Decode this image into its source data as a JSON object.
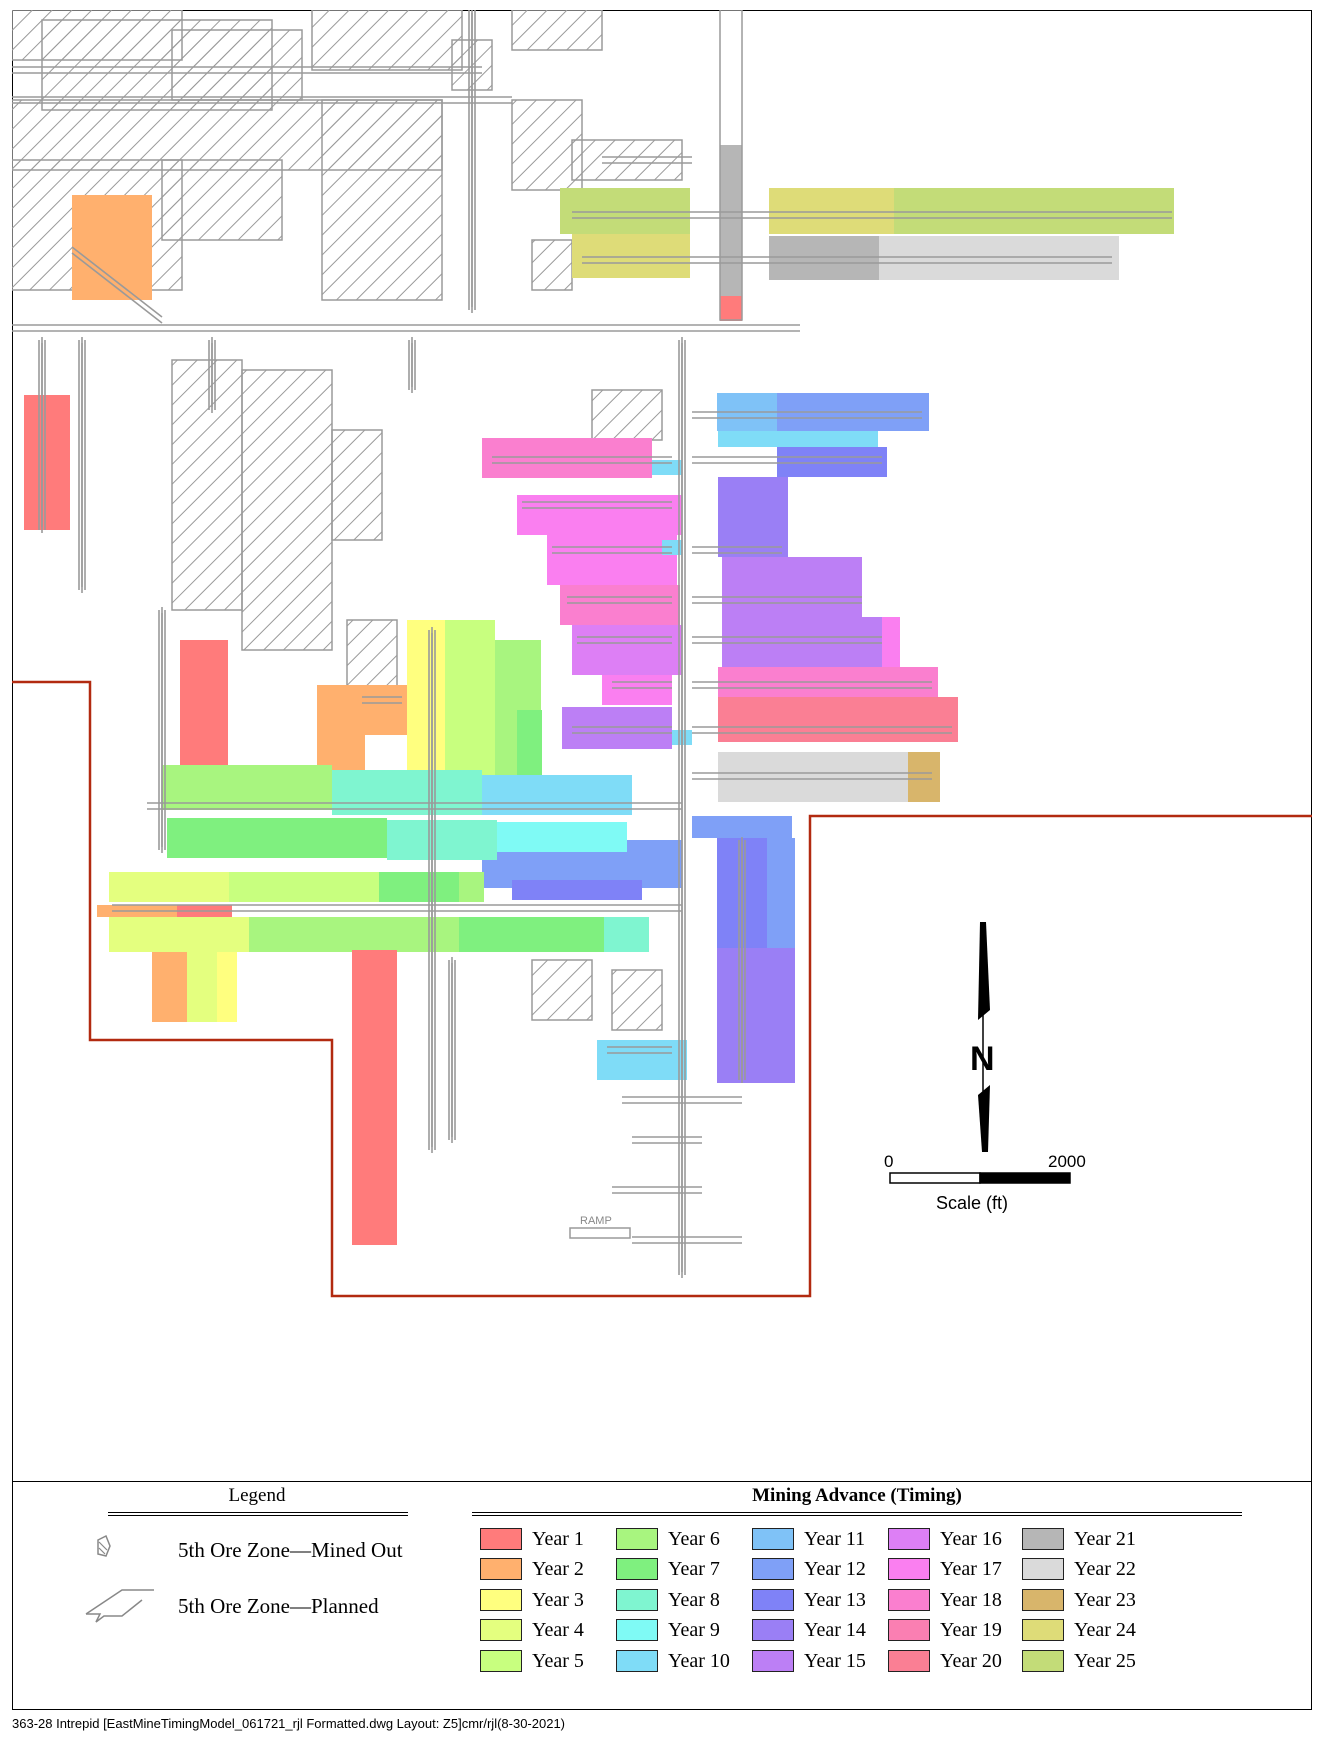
{
  "map": {
    "scale": {
      "label": "Scale (ft)",
      "tick_start": "0",
      "tick_end": "2000"
    },
    "north_label": "N",
    "ramp_label": "RAMP",
    "colors": {
      "lease_boundary": "#b22a10",
      "workings": "#9a9a9a"
    }
  },
  "legend": {
    "title": "Legend",
    "mined_out_label": "5th Ore Zone—Mined Out",
    "planned_label": "5th Ore Zone—Planned"
  },
  "timing": {
    "title": "Mining Advance (Timing)",
    "years": [
      {
        "label": "Year 1",
        "color": "#ff7b7b"
      },
      {
        "label": "Year 2",
        "color": "#ffb06e"
      },
      {
        "label": "Year 3",
        "color": "#ffff7f"
      },
      {
        "label": "Year 4",
        "color": "#e4ff7f"
      },
      {
        "label": "Year 5",
        "color": "#c8ff7f"
      },
      {
        "label": "Year 6",
        "color": "#a8f57f"
      },
      {
        "label": "Year 7",
        "color": "#7ff07f"
      },
      {
        "label": "Year 8",
        "color": "#7ff5d0"
      },
      {
        "label": "Year 9",
        "color": "#7ffaf5"
      },
      {
        "label": "Year 10",
        "color": "#7fdcf7"
      },
      {
        "label": "Year 11",
        "color": "#7fc2f7"
      },
      {
        "label": "Year 12",
        "color": "#7fa0f7"
      },
      {
        "label": "Year 13",
        "color": "#7f82f7"
      },
      {
        "label": "Year 14",
        "color": "#9a7ff5"
      },
      {
        "label": "Year 15",
        "color": "#bc7ff5"
      },
      {
        "label": "Year 16",
        "color": "#dd7ff5"
      },
      {
        "label": "Year 17",
        "color": "#fa7ff0"
      },
      {
        "label": "Year 18",
        "color": "#fa7fcf"
      },
      {
        "label": "Year 19",
        "color": "#fa7fb2"
      },
      {
        "label": "Year 20",
        "color": "#fa7f94"
      },
      {
        "label": "Year 21",
        "color": "#b6b6b6"
      },
      {
        "label": "Year 22",
        "color": "#dadada"
      },
      {
        "label": "Year 23",
        "color": "#d8b56b"
      },
      {
        "label": "Year 24",
        "color": "#dedc78"
      },
      {
        "label": "Year 25",
        "color": "#c3dc78"
      }
    ]
  },
  "footer": "363-28 Intrepid [EastMineTimingModel_061721_rjl Formatted.dwg Layout: Z5]cmr/rjl(8-30-2021)"
}
